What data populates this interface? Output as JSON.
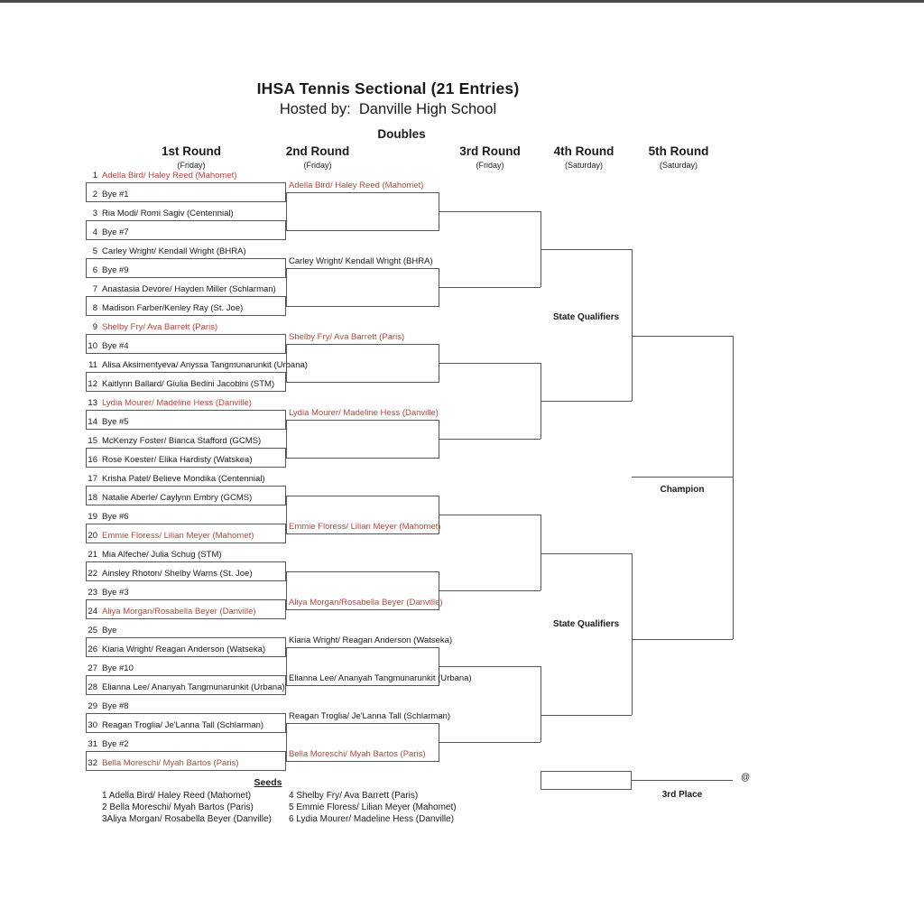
{
  "page": {
    "title": "IHSA Tennis Sectional (21 Entries)",
    "subtitle": "Hosted by:  Danville High School",
    "event_type": "Doubles"
  },
  "rounds": [
    {
      "label": "1st Round",
      "day": "(Friday)"
    },
    {
      "label": "2nd Round",
      "day": "(Friday)"
    },
    {
      "label": "3rd Round",
      "day": "(Friday)"
    },
    {
      "label": "4th Round",
      "day": "(Saturday)"
    },
    {
      "label": "5th Round",
      "day": "(Saturday)"
    }
  ],
  "labels": {
    "state_qualifiers": "State Qualifiers",
    "champion": "Champion",
    "third_place": "3rd Place",
    "at_symbol": "@"
  },
  "colors": {
    "seed_red": "#b8453c",
    "line": "#555555"
  },
  "bracket": {
    "entries": [
      {
        "n": "1",
        "name": "Adella Bird/ Haley Reed (Mahomet)",
        "seeded": true
      },
      {
        "n": "2",
        "name": "Bye #1",
        "seeded": false
      },
      {
        "n": "3",
        "name": "Ria Modi/ Romi Sagiv (Centennial)",
        "seeded": false
      },
      {
        "n": "4",
        "name": "Bye #7",
        "seeded": false
      },
      {
        "n": "5",
        "name": "Carley Wright/ Kendall Wright (BHRA)",
        "seeded": false
      },
      {
        "n": "6",
        "name": "Bye #9",
        "seeded": false
      },
      {
        "n": "7",
        "name": "Anastasia Devore/ Hayden Miller (Schlarman)",
        "seeded": false
      },
      {
        "n": "8",
        "name": "Madison Farber/Kenley Ray (St. Joe)",
        "seeded": false
      },
      {
        "n": "9",
        "name": "Shelby Fry/ Ava Barrett (Paris)",
        "seeded": true
      },
      {
        "n": "10",
        "name": "Bye #4",
        "seeded": false
      },
      {
        "n": "11",
        "name": "Alisa Aksimentyeva/ Anyssa Tangmunarunkit (Urbana)",
        "seeded": false
      },
      {
        "n": "12",
        "name": "Kaitlynn Ballard/ Giulia Bedini Jacobini (STM)",
        "seeded": false
      },
      {
        "n": "13",
        "name": "Lydia Mourer/ Madeline Hess (Danville)",
        "seeded": true
      },
      {
        "n": "14",
        "name": "Bye #5",
        "seeded": false
      },
      {
        "n": "15",
        "name": "McKenzy Foster/ Bianca Stafford (GCMS)",
        "seeded": false
      },
      {
        "n": "16",
        "name": "Rose Koester/ Elika Hardisty (Watskea)",
        "seeded": false
      },
      {
        "n": "17",
        "name": "Krisha Patel/ Believe Mondika (Centennial)",
        "seeded": false
      },
      {
        "n": "18",
        "name": "Natalie Aberle/ Caylynn Embry (GCMS)",
        "seeded": false
      },
      {
        "n": "19",
        "name": "Bye #6",
        "seeded": false
      },
      {
        "n": "20",
        "name": "Emmie Floress/ Lilian Meyer (Mahomet)",
        "seeded": true
      },
      {
        "n": "21",
        "name": "Mia Alfeche/ Julia Schug (STM)",
        "seeded": false
      },
      {
        "n": "22",
        "name": "Ainsley Rhoton/ Shelby Warns (St. Joe)",
        "seeded": false
      },
      {
        "n": "23",
        "name": "Bye #3",
        "seeded": false
      },
      {
        "n": "24",
        "name": "Aliya Morgan/Rosabella Beyer (Danville)",
        "seeded": true
      },
      {
        "n": "25",
        "name": "Bye",
        "seeded": false
      },
      {
        "n": "26",
        "name": "Kiaria Wright/ Reagan Anderson (Watseka)",
        "seeded": false
      },
      {
        "n": "27",
        "name": "Bye #10",
        "seeded": false
      },
      {
        "n": "28",
        "name": "Elianna Lee/ Ananyah Tangmunarunkit (Urbana)",
        "seeded": false
      },
      {
        "n": "29",
        "name": "Bye #8",
        "seeded": false
      },
      {
        "n": "30",
        "name": "Reagan Troglia/ Je'Lanna Tall (Schlarman)",
        "seeded": false
      },
      {
        "n": "31",
        "name": "Bye #2",
        "seeded": false
      },
      {
        "n": "32",
        "name": "Bella Moreschi/ Myah Bartos (Paris)",
        "seeded": true
      }
    ],
    "round2_slots": [
      {
        "name": "Adella Bird/ Haley Reed (Mahomet)",
        "seeded": true
      },
      null,
      {
        "name": "Carley Wright/ Kendall Wright (BHRA)",
        "seeded": false
      },
      null,
      {
        "name": "Shelby Fry/ Ava Barrett (Paris)",
        "seeded": true
      },
      null,
      {
        "name": "Lydia Mourer/ Madeline Hess (Danville)",
        "seeded": true
      },
      null,
      null,
      {
        "name": "Emmie Floress/ Lilian Meyer (Mahomet)",
        "seeded": true
      },
      null,
      {
        "name": "Aliya Morgan/Rosabella Beyer (Danville)",
        "seeded": true
      },
      {
        "name": "Kiaria Wright/ Reagan Anderson (Watseka)",
        "seeded": false
      },
      {
        "name": "Elianna Lee/ Ananyah Tangmunarunkit (Urbana)",
        "seeded": false
      },
      {
        "name": "Reagan Troglia/ Je'Lanna Tall (Schlarman)",
        "seeded": false
      },
      {
        "name": "Bella Moreschi/ Myah Bartos (Paris)",
        "seeded": true
      }
    ]
  },
  "seeds": {
    "heading": "Seeds",
    "col1": [
      "1 Adella Bird/ Haley Reed (Mahomet)",
      "2 Bella Moreschi/ Myah Bartos (Paris)",
      "3Aliya Morgan/ Rosabella Beyer (Danville)"
    ],
    "col2": [
      "4 Shelby Fry/ Ava Barrett (Paris)",
      "5 Emmie Floress/ Lilian Meyer (Mahomet)",
      "6 Lydia Mourer/ Madeline Hess (Danville)"
    ]
  }
}
